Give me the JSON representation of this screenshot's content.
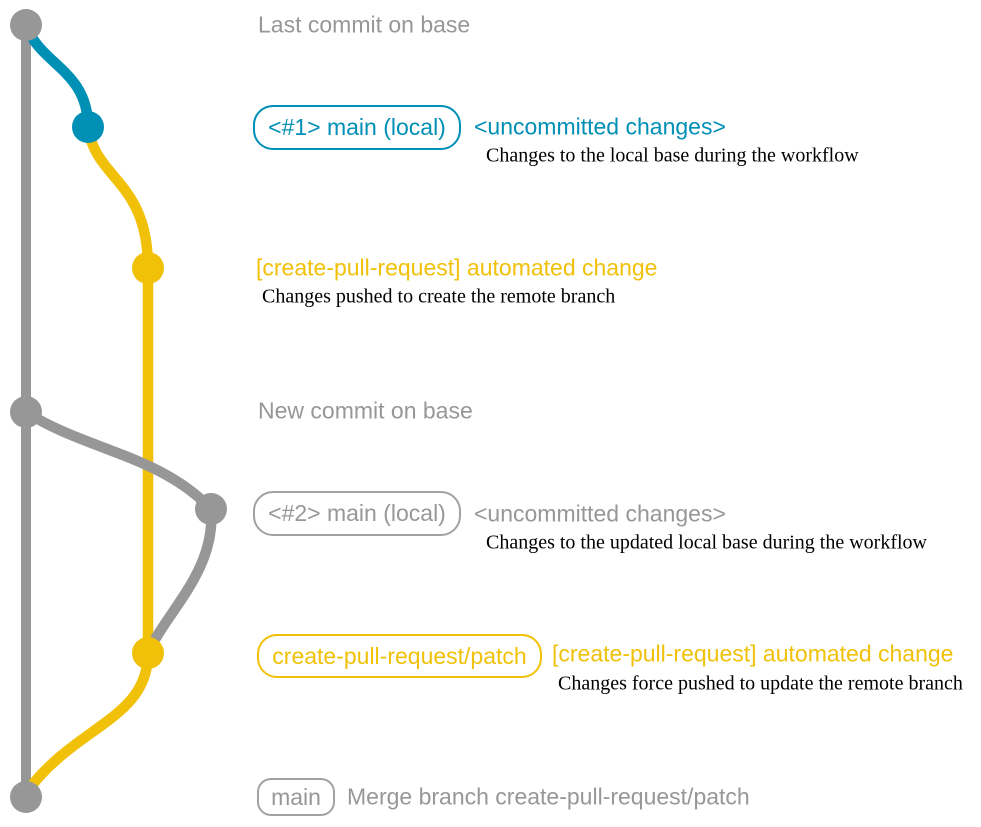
{
  "diagram": "git commit graph for create-pull-request workflow",
  "colors": {
    "gray": "#979797",
    "blue": "#008fb5",
    "yellow": "#f1c109",
    "ink": "#000000"
  },
  "labels": {
    "last_commit_on_base": "Last commit on base",
    "run1_ref": "<#1> main (local)",
    "run1_state": "<uncommitted changes>",
    "run1_desc": "Changes to the local base during the workflow",
    "run1_commit": "[create-pull-request] automated change",
    "run1_commit_desc": "Changes pushed to create the remote branch",
    "new_commit_on_base": "New commit on base",
    "run2_ref": "<#2> main (local)",
    "run2_state": "<uncommitted changes>",
    "run2_desc": "Changes to the updated local base during the workflow",
    "patch_branch_ref": "create-pull-request/patch",
    "run2_commit": "[create-pull-request] automated change",
    "run2_commit_desc": "Changes force pushed to update the remote branch",
    "main_ref": "main",
    "merge_commit": "Merge branch create-pull-request/patch"
  }
}
